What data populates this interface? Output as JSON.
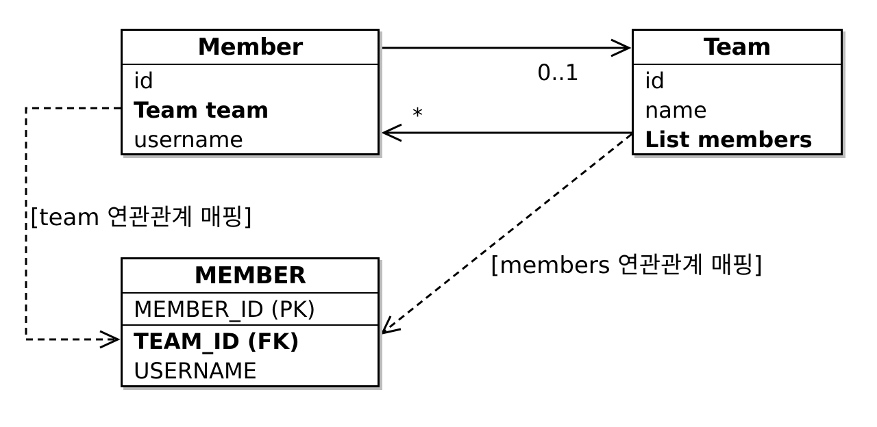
{
  "member_class": {
    "title": "Member",
    "attributes": [
      "id",
      "Team team",
      "username"
    ]
  },
  "team_class": {
    "title": "Team",
    "attributes": [
      "id",
      "name",
      "List members"
    ]
  },
  "member_table": {
    "title": "MEMBER",
    "columns": [
      "MEMBER_ID (PK)",
      "TEAM_ID (FK)",
      "USERNAME"
    ]
  },
  "multiplicity": {
    "to_team": "0..1",
    "to_members": "*"
  },
  "annotations": {
    "team_mapping": "[team 연관관계 매핑]",
    "members_mapping": "[members 연관관계 매핑]"
  }
}
